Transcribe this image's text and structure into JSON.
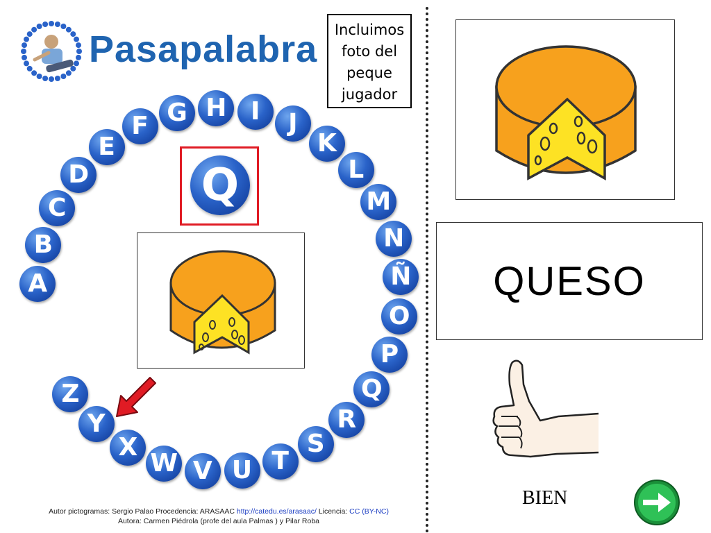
{
  "logo": {
    "title": "Pasapalabra"
  },
  "note": {
    "lines": [
      "Incluimos",
      "foto del",
      "peque",
      "jugador"
    ]
  },
  "current_letter": "Q",
  "ring_letters": [
    "A",
    "B",
    "C",
    "D",
    "E",
    "F",
    "G",
    "H",
    "I",
    "J",
    "K",
    "L",
    "M",
    "N",
    "Ñ",
    "O",
    "P",
    "Q",
    "R",
    "S",
    "T",
    "U",
    "V",
    "W",
    "X",
    "Y",
    "Z"
  ],
  "answer": {
    "word": "QUESO",
    "feedback": "BIEN"
  },
  "credits": {
    "line1_prefix": "Autor pictogramas: Sergio Palao Procedencia: ARASAAC",
    "link1": "http://catedu.es/arasaac/",
    "line1_mid": " Licencia: ",
    "link2": "CC (BY-NC)",
    "line2": "Autora: Carmen Piédrola (profe del aula Palmas ) y Pilar Roba"
  },
  "colors": {
    "ring_blue": "#2a63c9",
    "highlight_red": "#e01b24",
    "cheese_orange": "#f7a11d",
    "cheese_yellow": "#fde224",
    "next_green": "#22b14c"
  },
  "icons": {
    "player_photo": "person-icon",
    "cheese": "cheese-icon",
    "thumb": "thumbs-up-icon",
    "arrow": "arrow-icon",
    "next": "next-arrow-icon"
  }
}
